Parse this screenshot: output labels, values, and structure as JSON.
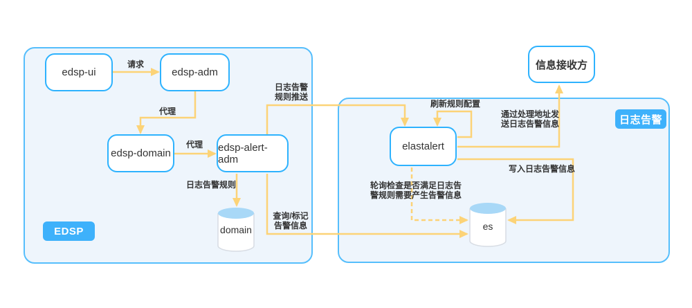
{
  "containers": {
    "edsp": {
      "badge": "EDSP"
    },
    "log_alert": {
      "badge": "日志告警"
    }
  },
  "nodes": {
    "edsp_ui": "edsp-ui",
    "edsp_adm": "edsp-adm",
    "edsp_domain": "edsp-domain",
    "edsp_alert_adm": "edsp-alert-adm",
    "elastalert": "elastalert",
    "receiver": "信息接收方",
    "domain_db": "domain",
    "es_db": "es"
  },
  "edge_labels": {
    "request": "请求",
    "proxy_adm": "代理",
    "proxy_domain": "代理",
    "log_alert_rule": "日志告警规则",
    "rule_push": "日志告警\n规则推送",
    "query_mark": "查询/标记\n告警信息",
    "refresh_rule": "刷新规则配置",
    "send_via_address": "通过处理地址发\n送日志告警信息",
    "write_alert": "写入日志告警信息",
    "poll_check": "轮询检查是否满足日志告\n警规则需要产生告警信息"
  },
  "colors": {
    "node_border": "#2db2fe",
    "container_border": "#55befc",
    "container_fill": "#eef5fc",
    "badge_bg": "#3eb1fb",
    "arrow": "#fcd377",
    "cylinder_top": "#a8d8f7",
    "label_text": "#333333"
  }
}
